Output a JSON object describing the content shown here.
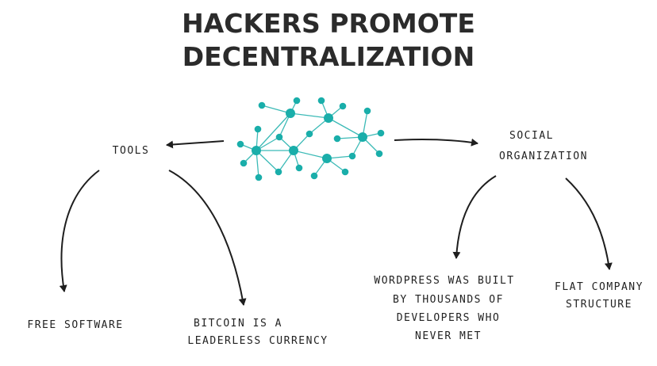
{
  "title": {
    "line1": "HACKERS PROMOTE",
    "line2": "DECENTRALIZATION"
  },
  "nodes": {
    "tools": "TOOLS",
    "social_line1": "SOCIAL",
    "social_line2": "ORGANIZATION",
    "free_software": "FREE SOFTWARE",
    "bitcoin_line1": "BITCOIN IS A",
    "bitcoin_line2": "LEADERLESS CURRENCY",
    "wordpress_line1": "WORDPRESS WAS BUILT",
    "wordpress_line2": "BY THOUSANDS OF",
    "wordpress_line3": "DEVELOPERS WHO",
    "wordpress_line4": "NEVER MET",
    "flat_line1": "FLAT COMPANY",
    "flat_line2": "STRUCTURE"
  },
  "colors": {
    "network": "#1aaeaa",
    "ink": "#1e1e1e",
    "title": "#2b2b2b"
  },
  "icon": "network-graph-icon"
}
